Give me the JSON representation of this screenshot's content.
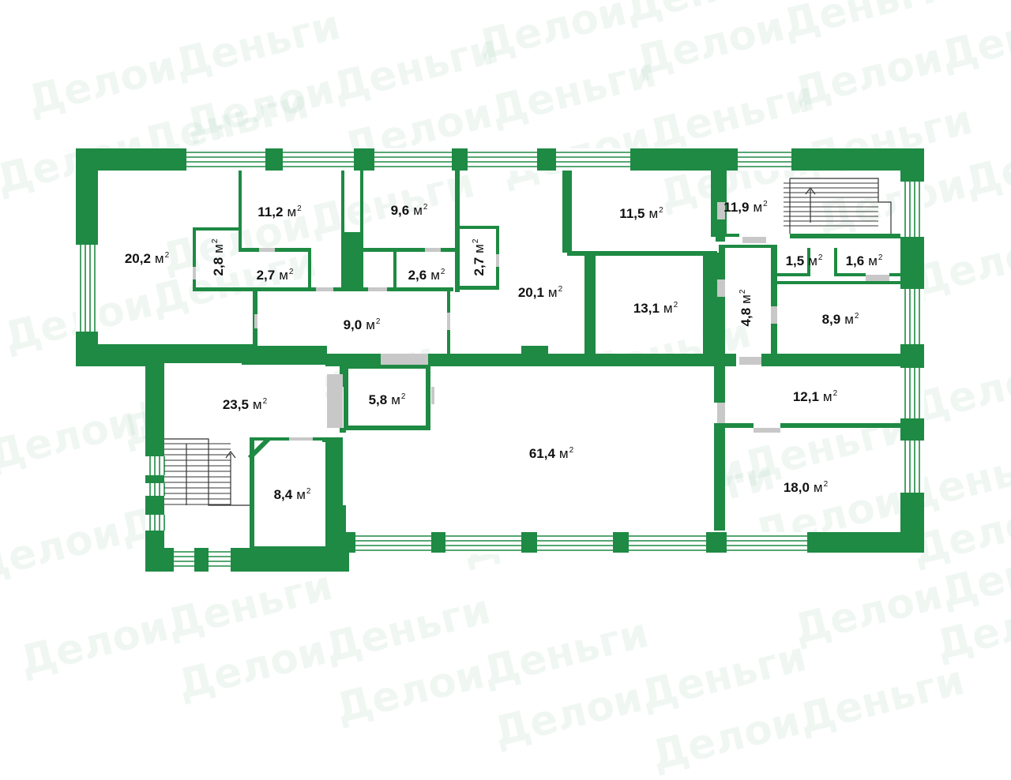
{
  "watermark": "ДелоиДеньги",
  "colors": {
    "wall": "#1e8a43",
    "door": "#c8c8c8",
    "window_line": "#1e8a43",
    "background": "#ffffff",
    "text": "#111111"
  },
  "unit": "м",
  "unit_power": "2",
  "rooms": [
    {
      "id": "r1",
      "area": "20,2"
    },
    {
      "id": "r2",
      "area": "11,2"
    },
    {
      "id": "r3",
      "area": "2,8"
    },
    {
      "id": "r4",
      "area": "2,7"
    },
    {
      "id": "r5",
      "area": "9,6"
    },
    {
      "id": "r6",
      "area": "2,6"
    },
    {
      "id": "r7",
      "area": "2,7"
    },
    {
      "id": "r8",
      "area": "9,0"
    },
    {
      "id": "r9",
      "area": "20,1"
    },
    {
      "id": "r10",
      "area": "11,5"
    },
    {
      "id": "r11",
      "area": "13,1"
    },
    {
      "id": "r12",
      "area": "11,9"
    },
    {
      "id": "r13",
      "area": "1,5"
    },
    {
      "id": "r14",
      "area": "1,6"
    },
    {
      "id": "r15",
      "area": "4,8"
    },
    {
      "id": "r16",
      "area": "8,9"
    },
    {
      "id": "r17",
      "area": "23,5"
    },
    {
      "id": "r18",
      "area": "5,8"
    },
    {
      "id": "r19",
      "area": "61,4"
    },
    {
      "id": "r20",
      "area": "12,1"
    },
    {
      "id": "r21",
      "area": "8,4"
    },
    {
      "id": "r22",
      "area": "18,0"
    }
  ]
}
